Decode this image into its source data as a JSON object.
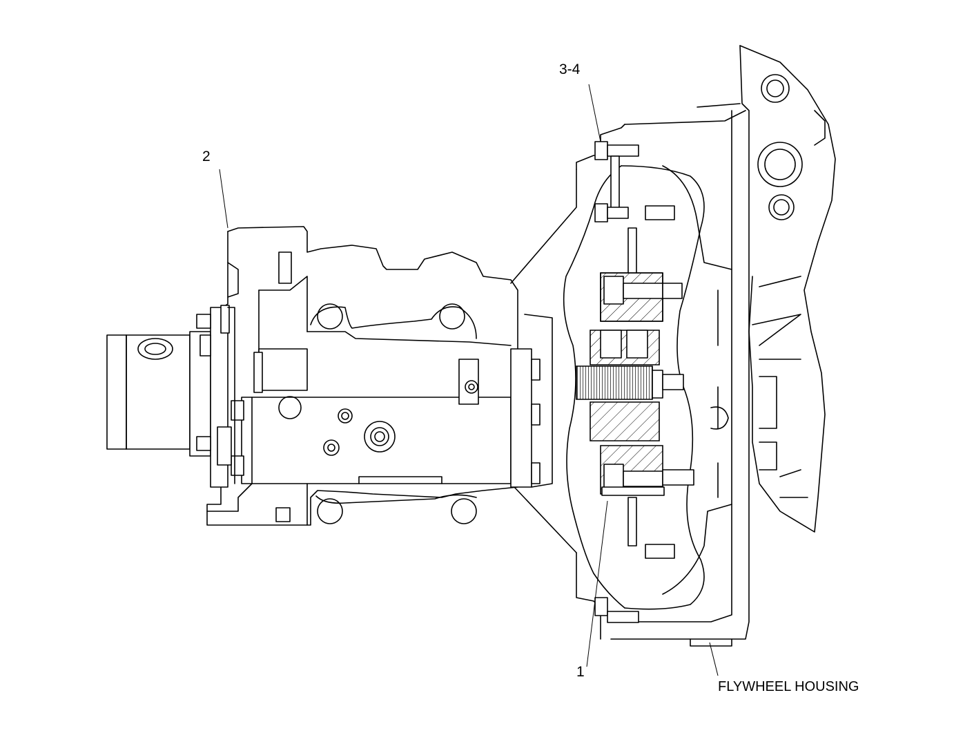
{
  "callouts": {
    "c1": "1",
    "c2": "2",
    "c3": "3-4",
    "flywheel": "FLYWHEEL HOUSING"
  }
}
